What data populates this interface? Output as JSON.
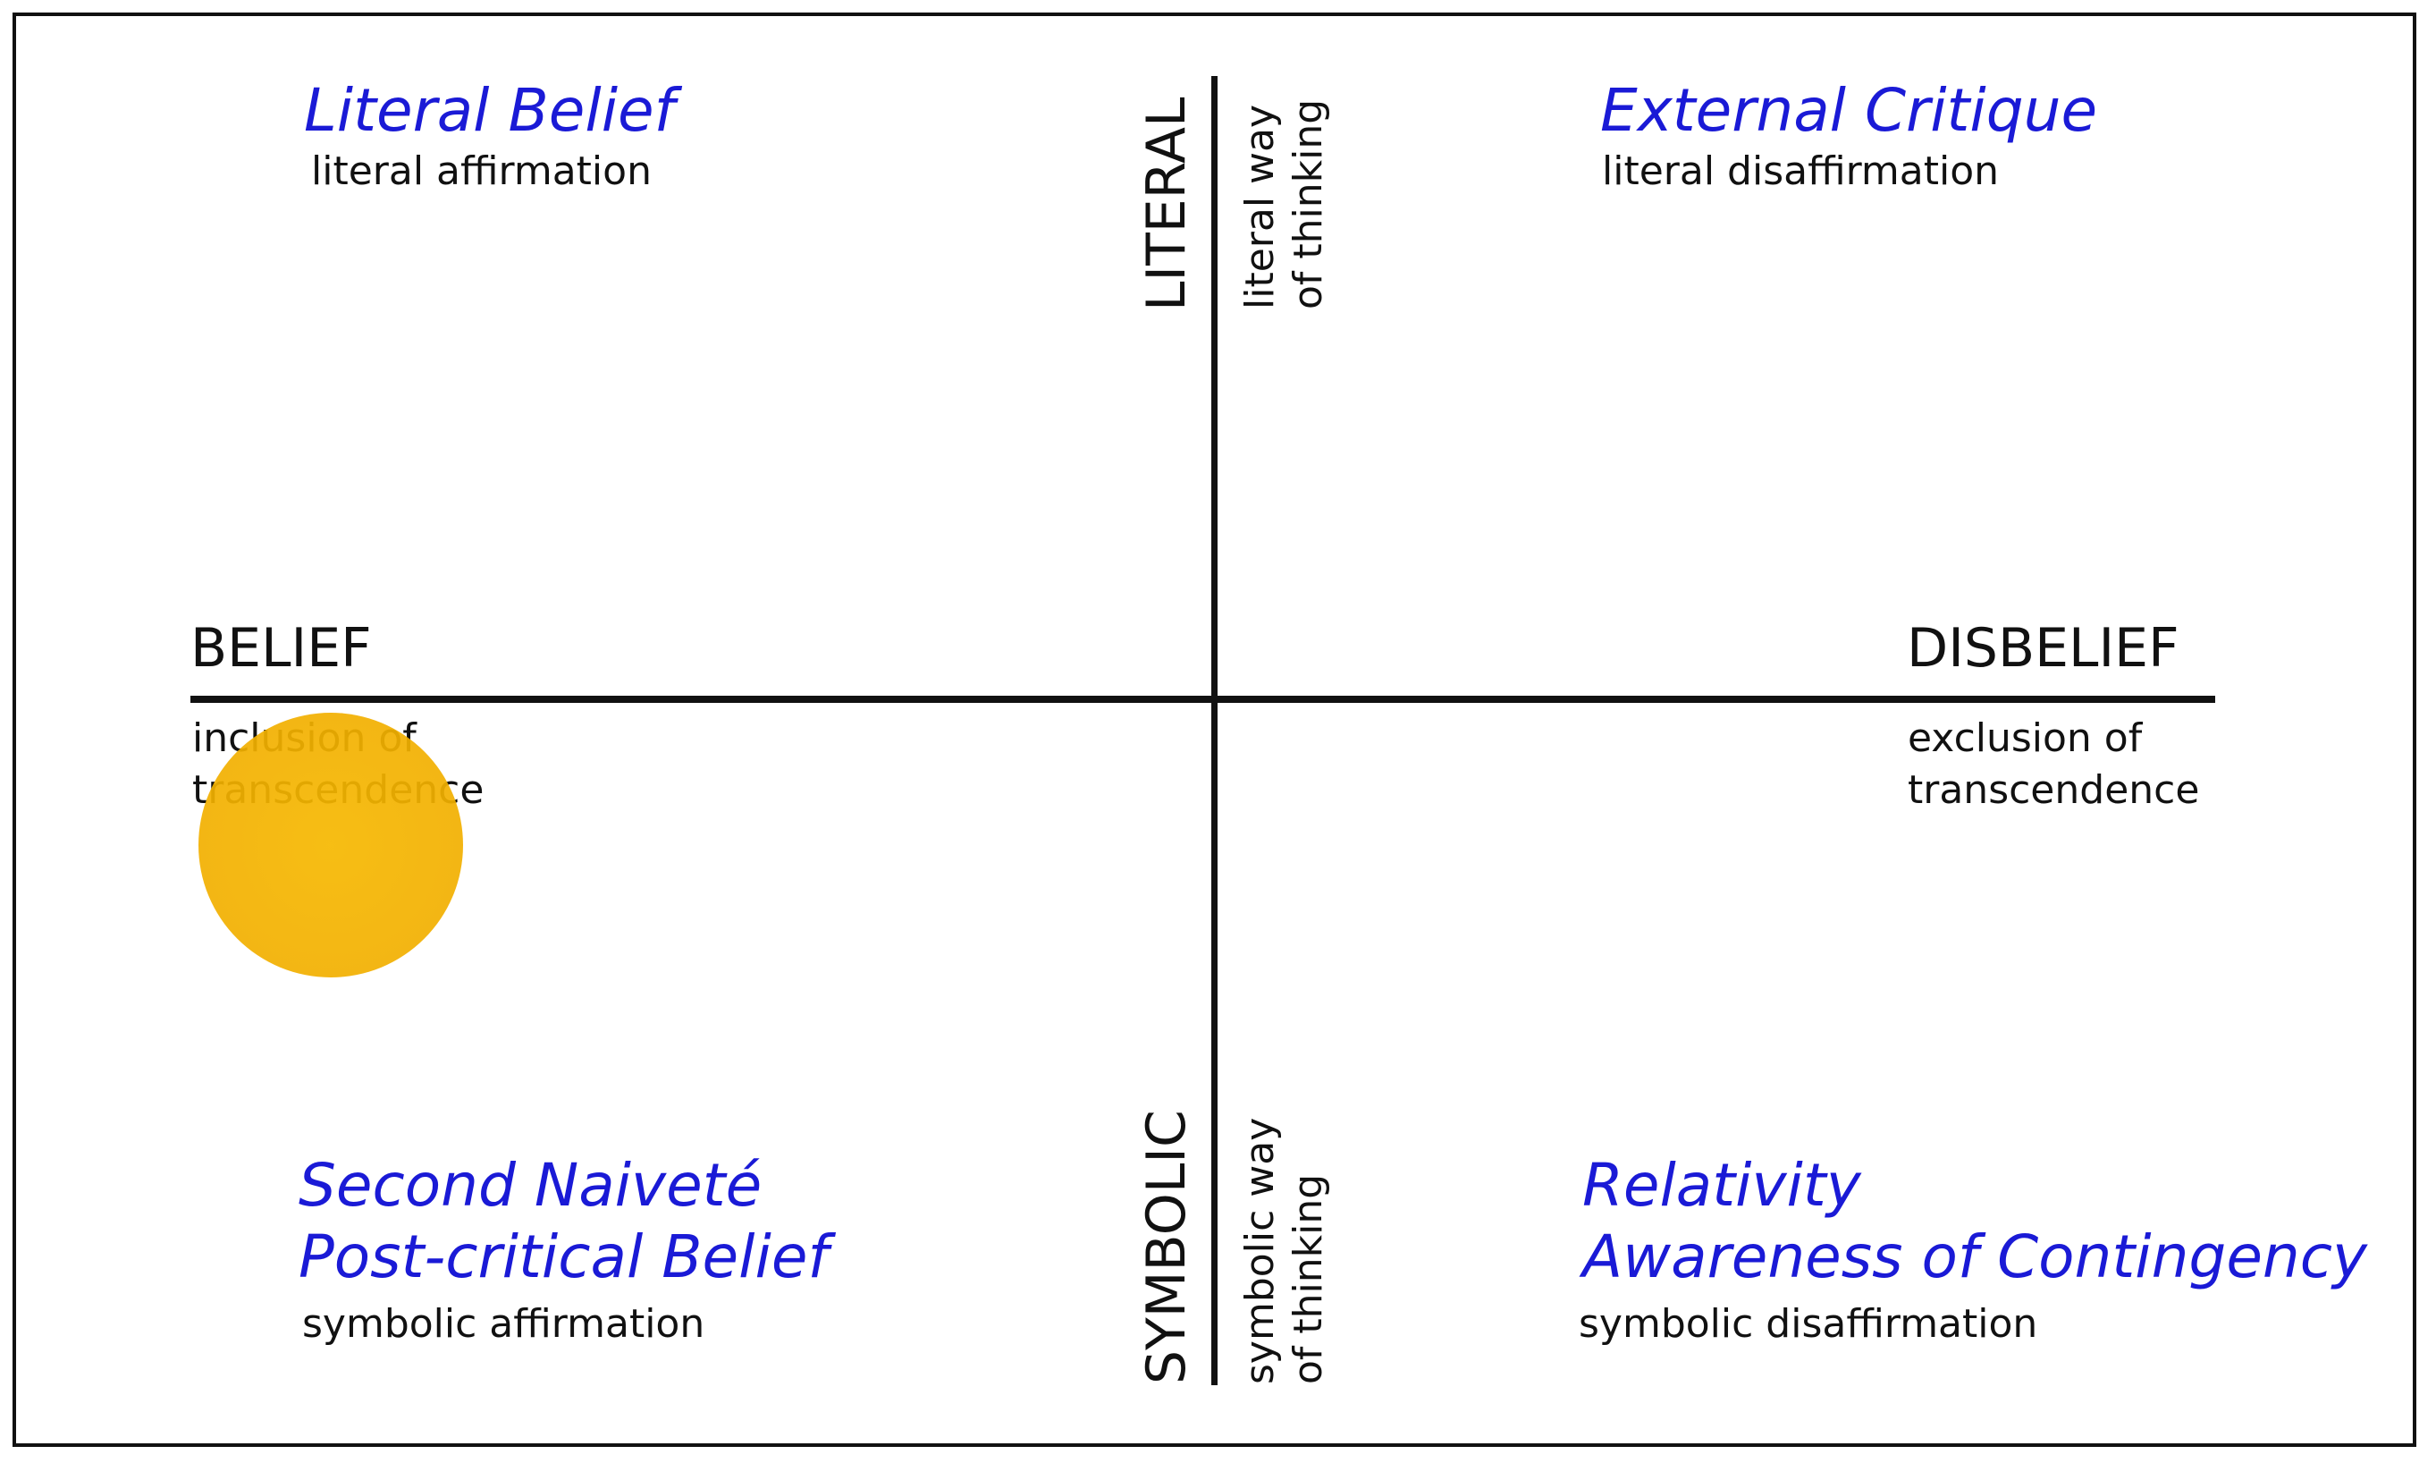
{
  "quadrants": {
    "top_left": {
      "title": "Literal Belief",
      "subtitle": "literal affirmation"
    },
    "top_right": {
      "title": "External Critique",
      "subtitle": "literal disaffirmation"
    },
    "bottom_left": {
      "title_line1": "Second Naiveté",
      "title_line2": "Post-critical Belief",
      "subtitle": "symbolic affirmation"
    },
    "bottom_right": {
      "title_line1": "Relativity",
      "title_line2": "Awareness of Contingency",
      "subtitle": "symbolic disaffirmation"
    }
  },
  "horizontal_axis": {
    "left_label": "BELIEF",
    "left_desc_line1": "inclusion of",
    "left_desc_line2": "transcendence",
    "right_label": "DISBELIEF",
    "right_desc_line1": "exclusion of",
    "right_desc_line2": "transcendence"
  },
  "vertical_axis": {
    "top_label": "LITERAL",
    "top_desc_line1": "literal way",
    "top_desc_line2": "of thinking",
    "bottom_label": "SYMBOLIC",
    "bottom_desc_line1": "symbolic way",
    "bottom_desc_line2": "of thinking"
  },
  "colors": {
    "quadrant_title": "#1a1ad6",
    "text": "#111111",
    "marker": "#f2b000"
  },
  "marker": {
    "shape": "circle",
    "quadrant": "bottom-left"
  }
}
